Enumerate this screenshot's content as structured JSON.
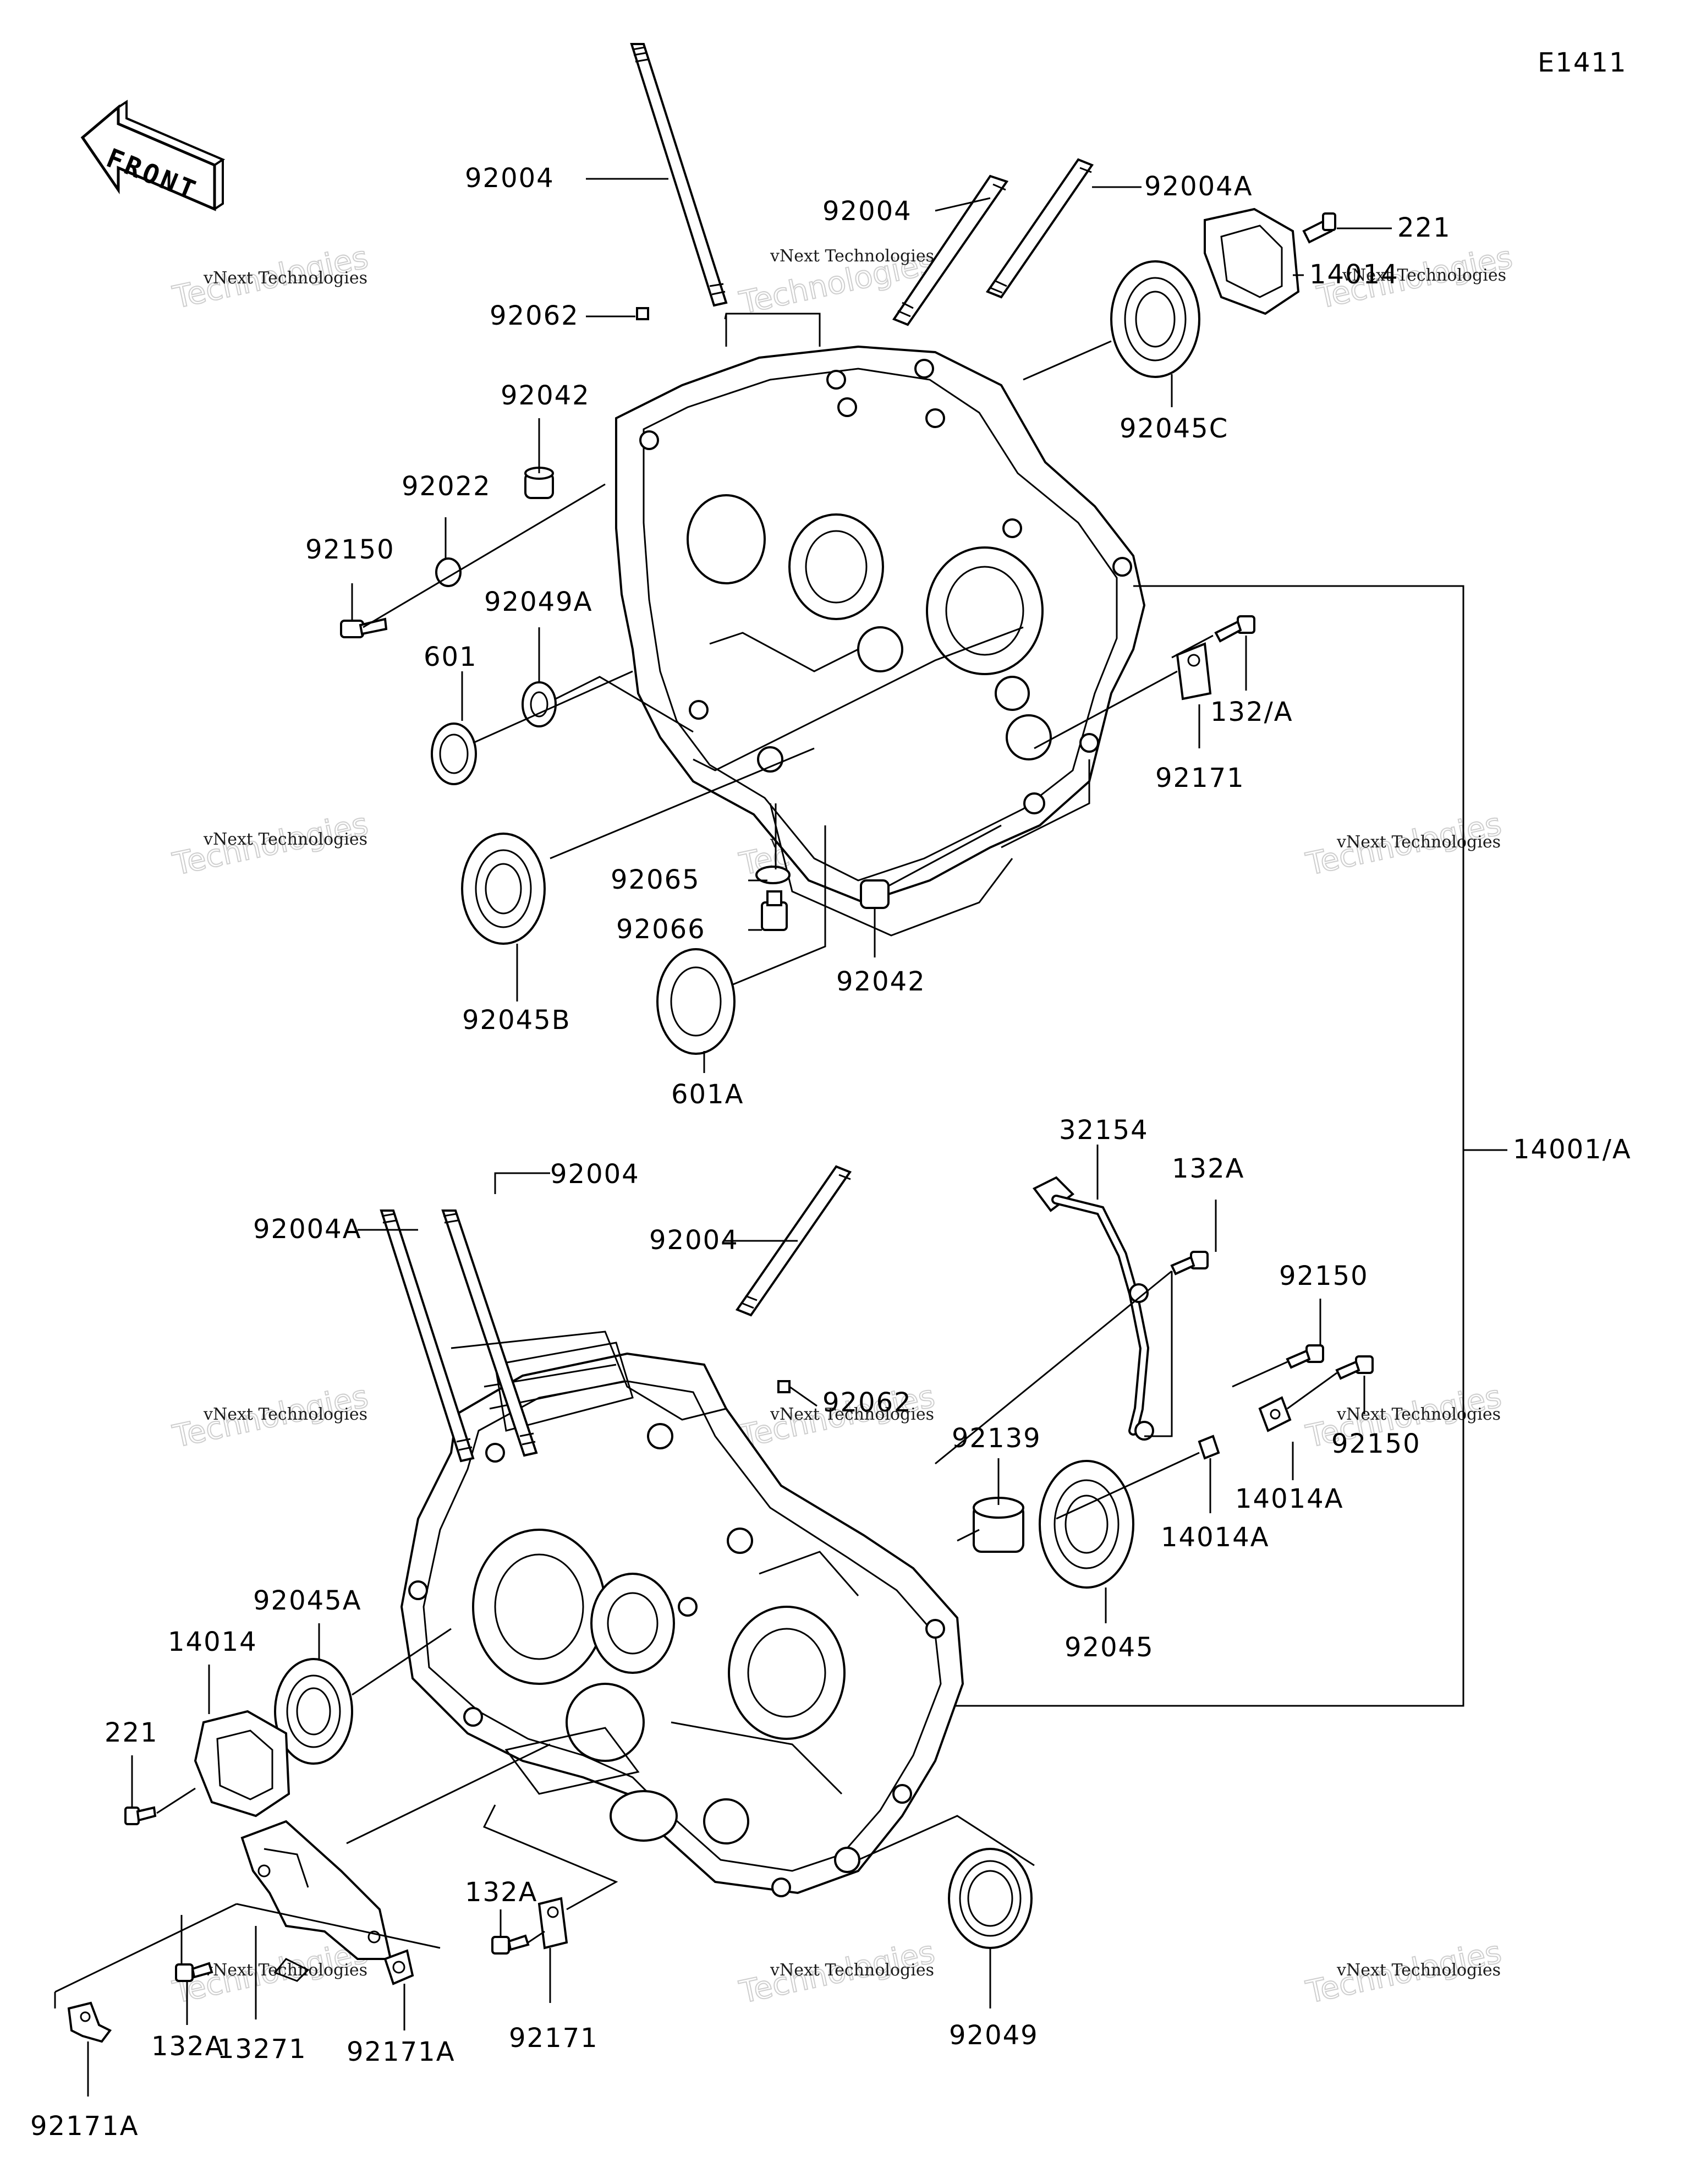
{
  "diagram": {
    "code": "E1411",
    "front_arrow_label": "FRONT",
    "watermark_line1": "vNext Technologies",
    "watermark_line2": "Technologies",
    "labels": {
      "92004_top": "92004",
      "92004_upper_mid": "92004",
      "92004A_upper": "92004A",
      "221_upper": "221",
      "14014_upper": "14014",
      "92062_upper": "92062",
      "92042_upper": "92042",
      "92045C": "92045C",
      "92022": "92022",
      "92150_upper": "92150",
      "92049A": "92049A",
      "601": "601",
      "132A_upper": "132/A",
      "92171_upper": "92171",
      "92065": "92065",
      "92066": "92066",
      "92042_lower": "92042",
      "92045B": "92045B",
      "601A": "601A",
      "14001A": "14001/A",
      "92004_lower_a": "92004",
      "92004A_lower": "92004A",
      "92004_lower_b": "92004",
      "32154": "32154",
      "132A_mid": "132A",
      "92150_lower_a": "92150",
      "92150_lower_b": "92150",
      "92062_lower": "92062",
      "92139": "92139",
      "14014A_a": "14014A",
      "14014A_b": "14014A",
      "92045": "92045",
      "92045A": "92045A",
      "14014_lower": "14014",
      "221_lower": "221",
      "132A_lower_right": "132A",
      "92171_lower": "92171",
      "92049": "92049",
      "132A_lower_left": "132A",
      "13271": "13271",
      "92171A_right": "92171A",
      "92171A_left": "92171A"
    }
  }
}
